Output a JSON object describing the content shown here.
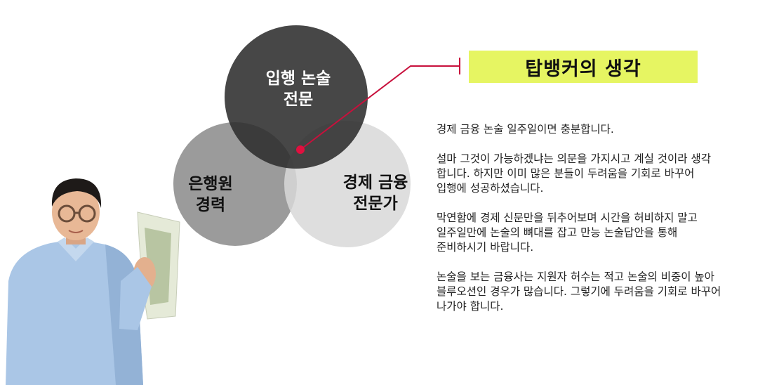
{
  "venn": {
    "top": {
      "lines": [
        "입행 논술",
        "전문"
      ],
      "color": "#3a3a3a"
    },
    "left": {
      "lines": [
        "은행원",
        "경력"
      ],
      "color": "#8a8a8a"
    },
    "right": {
      "lines": [
        "경제 금융",
        "전문가"
      ],
      "color": "#dcdcdc"
    },
    "pointer_color": "#c8103c"
  },
  "headline": {
    "text": "탑뱅커의 생각",
    "background": "#e6f562"
  },
  "paragraphs": [
    "경제 금융 논술 일주일이면 충분합니다.",
    "설마 그것이 가능하겠냐는 의문을 가지시고 계실 것이라 생각\n합니다. 하지만 이미 많은 분들이 두려움을 기회로 바꾸어\n입행에 성공하셨습니다.",
    "막연함에 경제 신문만을 뒤추어보며 시간을 허비하지 말고\n일주일만에 논술의 뼈대를 잡고 만능 논술답안을 통해\n준비하시기 바랍니다.",
    "논술을 보는 금융사는 지원자 허수는 적고 논술의 비중이 높아\n블루오션인 경우가 많습니다. 그렇기에 두려움을 기회로 바꾸어\n나가야 합니다."
  ]
}
